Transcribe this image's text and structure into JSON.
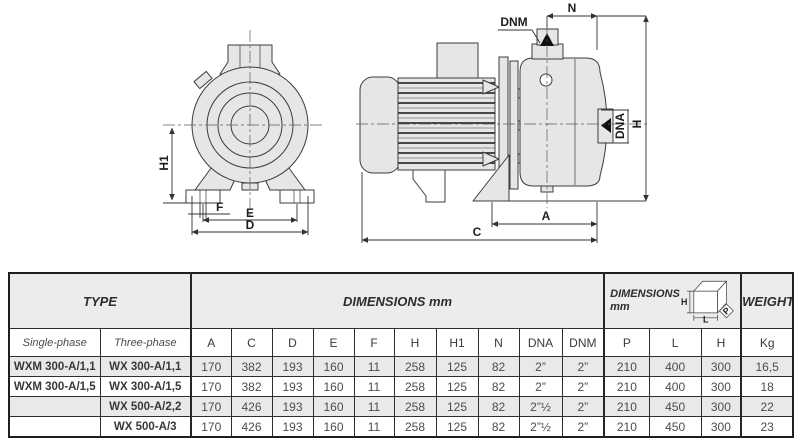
{
  "drawings": {
    "front_view": {
      "labels": {
        "h1": "H1",
        "f": "F",
        "e": "E",
        "d": "D"
      }
    },
    "side_view": {
      "labels": {
        "dnm": "DNM",
        "n": "N",
        "dna": "DNA",
        "h": "H",
        "a": "A",
        "c": "C"
      }
    }
  },
  "table": {
    "groups": {
      "type": "TYPE",
      "dimensions": "DIMENSIONS mm",
      "pack_line1": "DIMENSIONS",
      "pack_line2": "mm",
      "weight": "WEIGHT"
    },
    "box_icon": {
      "h": "H",
      "l": "L",
      "p": "P"
    },
    "columns": [
      "Single-phase",
      "Three-phase",
      "A",
      "C",
      "D",
      "E",
      "F",
      "H",
      "H1",
      "N",
      "DNA",
      "DNM",
      "P",
      "L",
      "H",
      "Kg"
    ],
    "rows": [
      [
        "WXM 300-A/1,1",
        "WX 300-A/1,1",
        "170",
        "382",
        "193",
        "160",
        "11",
        "258",
        "125",
        "82",
        "2”",
        "2”",
        "210",
        "400",
        "300",
        "16,5"
      ],
      [
        "WXM 300-A/1,5",
        "WX 300-A/1,5",
        "170",
        "382",
        "193",
        "160",
        "11",
        "258",
        "125",
        "82",
        "2”",
        "2”",
        "210",
        "400",
        "300",
        "18"
      ],
      [
        "",
        "WX 500-A/2,2",
        "170",
        "426",
        "193",
        "160",
        "11",
        "258",
        "125",
        "82",
        "2”½",
        "2”",
        "210",
        "450",
        "300",
        "22"
      ],
      [
        "",
        "WX 500-A/3",
        "170",
        "426",
        "193",
        "160",
        "11",
        "258",
        "125",
        "82",
        "2”½",
        "2”",
        "210",
        "450",
        "300",
        "23"
      ]
    ],
    "shaded_rows": [
      0,
      2
    ]
  },
  "colors": {
    "drawing_fill": "#e6e6e6",
    "drawing_line": "#3c3c3c",
    "header_bg": "#ececec",
    "row_shade": "#e9e9e9",
    "table_border": "#2e2e2e",
    "data_text": "#4c4c4c"
  }
}
